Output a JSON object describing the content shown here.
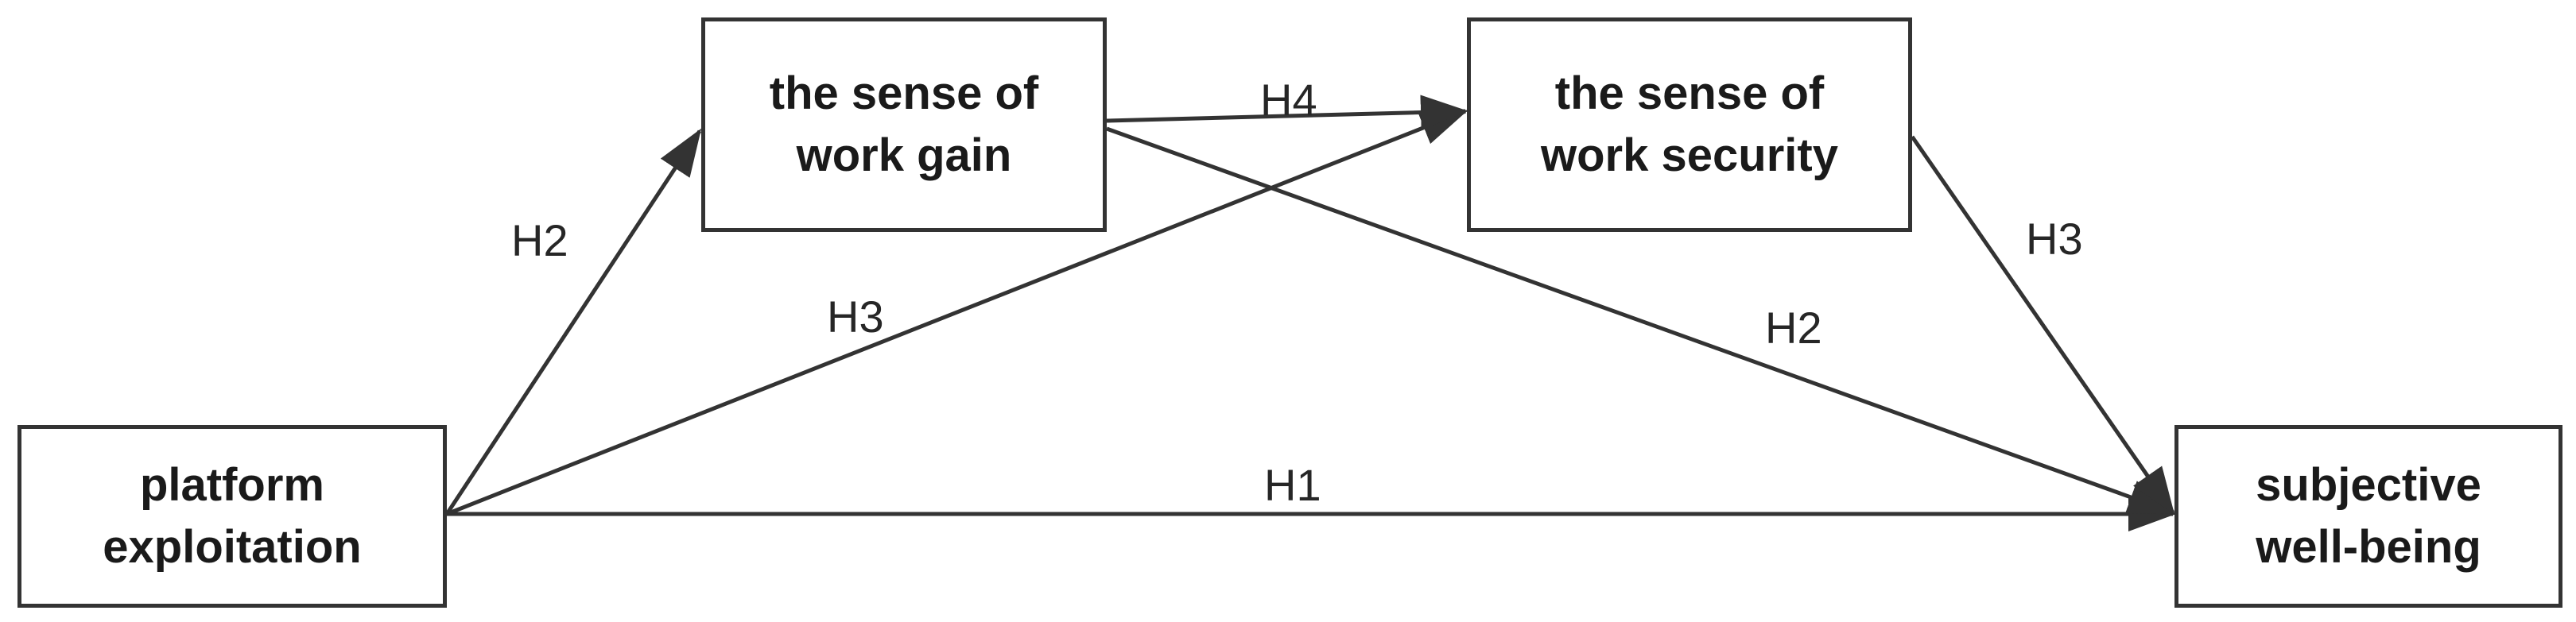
{
  "nodes": {
    "platform_exploitation": "platform\nexploitation",
    "work_gain": "the sense of\nwork gain",
    "work_security": "the sense of\nwork security",
    "subjective_wellbeing": "subjective\nwell-being"
  },
  "edges": {
    "exploit_to_gain": "H2",
    "exploit_to_security": "H3",
    "exploit_to_wellbeing": "H1",
    "gain_to_security": "H4",
    "gain_to_wellbeing": "H2",
    "security_to_wellbeing": "H3"
  },
  "colors": {
    "stroke": "#333333",
    "text": "#1a1a1a",
    "background": "#ffffff"
  }
}
